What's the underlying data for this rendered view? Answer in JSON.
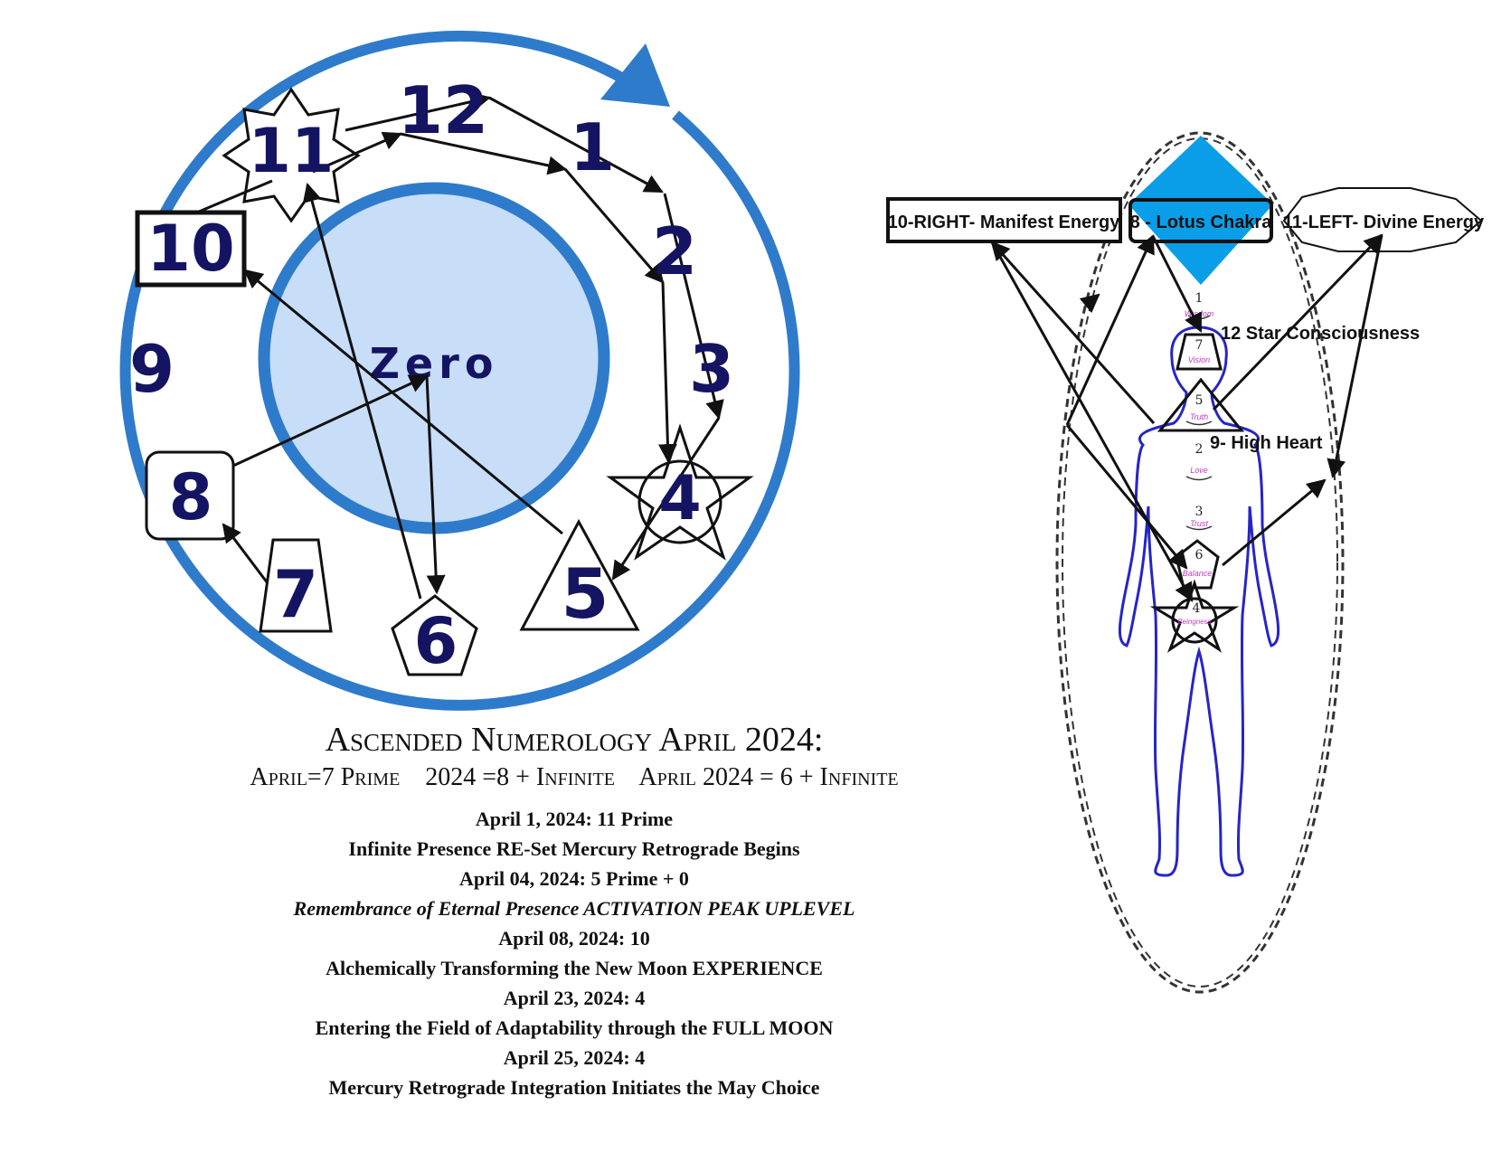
{
  "cycle": {
    "center_label": "Zero",
    "numbers": {
      "n1": "1",
      "n2": "2",
      "n3": "3",
      "n4": "4",
      "n5": "5",
      "n6": "6",
      "n7": "7",
      "n8": "8",
      "n9": "9",
      "n10": "10",
      "n11": "11",
      "n12": "12"
    },
    "colors": {
      "ring": "#2f7bcb",
      "inner_fill": "#c7ddf8",
      "numbers": "#141463"
    }
  },
  "body_diagram": {
    "labels": {
      "right": "10-RIGHT- Manifest Energy",
      "lotus": "8 - Lotus Chakra",
      "left": "11-LEFT- Divine Energy",
      "star": "12  Star Consciousness",
      "heart": "9- High Heart"
    },
    "chakras": [
      {
        "number": "1",
        "word": "Wisdom"
      },
      {
        "number": "7",
        "word": "Vision"
      },
      {
        "number": "5",
        "word": "Truth"
      },
      {
        "number": "2",
        "word": "Love"
      },
      {
        "number": "3",
        "word": "Trust"
      },
      {
        "number": "6",
        "word": "Balance"
      },
      {
        "number": "4",
        "word": "Beingness"
      }
    ],
    "colors": {
      "diamond": "#0a9ee8",
      "body_outline": "#2525c8"
    }
  },
  "title": {
    "main": "Ascended Numerology April 2024:",
    "subtitle": "April=7 Prime    2024 =8 + Infinite    April 2024 = 6 + Infinite"
  },
  "entries": [
    {
      "date": "April 1, 2024: 11 Prime",
      "text": "Infinite Presence RE-Set Mercury Retrograde Begins",
      "italic": false
    },
    {
      "date": "April 04, 2024: 5 Prime + 0",
      "text": "Remembrance of Eternal Presence ACTIVATION PEAK UPLEVEL",
      "italic": true
    },
    {
      "date": "April 08, 2024: 10",
      "text": "Alchemically Transforming the New Moon EXPERIENCE",
      "italic": false
    },
    {
      "date": "April 23, 2024:  4",
      "text": "Entering the Field of Adaptability through the FULL MOON",
      "italic": false
    },
    {
      "date": "April 25, 2024:  4",
      "text": "Mercury Retrograde Integration Initiates the May Choice",
      "italic": false
    }
  ]
}
